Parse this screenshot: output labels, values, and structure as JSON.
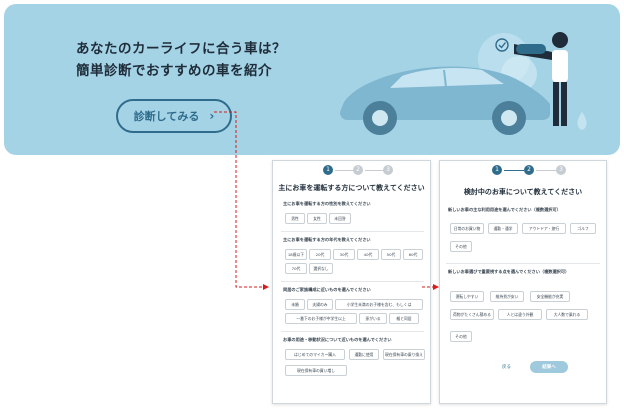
{
  "banner": {
    "headline_line1": "あなたのカーライフに合う車は？",
    "headline_line2": "簡単診断でおすすめの車を紹介",
    "cta_label": "診断してみる",
    "cta_icon": "chevron-right-icon",
    "colors": {
      "background": "#a5d3e6",
      "accent": "#2f6c8c",
      "car": "#7fb6d0"
    }
  },
  "step1": {
    "steps": [
      "1",
      "2",
      "3"
    ],
    "current_step": 1,
    "title": "主にお車を運転する方について教えてください",
    "questions": [
      {
        "label": "主にお車を運転する方の性別を教えてください",
        "options": [
          "男性",
          "女性",
          "未回答"
        ]
      },
      {
        "label": "主にお車を運転する方の年代を教えてください",
        "options": [
          "18歳以下",
          "20代",
          "30代",
          "40代",
          "50代",
          "60代",
          "70代",
          "選択なし"
        ]
      },
      {
        "label": "同居のご家族構成に近いものを選んでください",
        "options": [
          "未婚",
          "夫婦のみ",
          "小学生未満のお子様を含む、もしくは",
          "一番下のお子様が中学生以上",
          "孫がいる",
          "親と同居"
        ]
      },
      {
        "label": "お車の用途・移動状況について近いものを選んでください",
        "options": [
          "はじめてのマイカー購入",
          "通勤に使用",
          "現在保有車の乗り換え",
          "現在保有車の買い増し"
        ]
      }
    ]
  },
  "step2": {
    "steps": [
      "1",
      "2",
      "3"
    ],
    "current_step": 2,
    "title": "検討中のお車について教えてください",
    "questions": [
      {
        "label": "新しいお車の主な利用用途を選んでください（複数選択可）",
        "options": [
          "日常のお買い物",
          "通勤・通学",
          "アウトドア・旅行",
          "ゴルフ",
          "その他"
        ]
      },
      {
        "label": "新しいお車選びで重要視する点を選んでください（複数選択可）",
        "options": [
          "運転しやすい",
          "維持費が安い",
          "安全機能が充実",
          "荷物がたくさん積める",
          "人とは違う外観",
          "大人数で乗れる",
          "その他"
        ]
      }
    ],
    "back_label": "戻る",
    "submit_label": "結果へ"
  }
}
